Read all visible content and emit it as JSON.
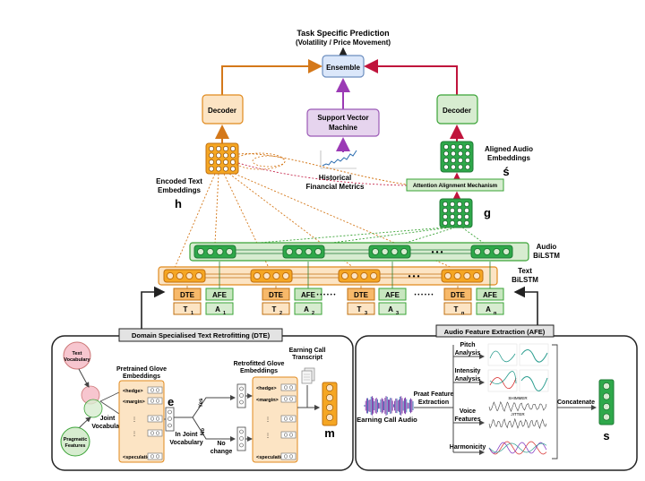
{
  "prediction": {
    "line1": "Task Specific Prediction",
    "line2": "(Volatility / Price Movement)"
  },
  "ensemble": "Ensemble",
  "decoder_left": "Decoder",
  "decoder_right": "Decoder",
  "svm": {
    "line1": "Support Vector",
    "line2": "Machine"
  },
  "hist": {
    "line1": "Historical",
    "line2": "Financial Metrics"
  },
  "encoded": {
    "line1": "Encoded Text",
    "line2": "Embeddings",
    "symbol": "h"
  },
  "aligned": {
    "line1": "Aligned Audio",
    "line2": "Embeddings",
    "symbol": "ś"
  },
  "attention": "Attention Alignment Mechanism",
  "g_symbol": "g",
  "audio_bilstm": {
    "line1": "Audio",
    "line2": "BiLSTM"
  },
  "text_bilstm": {
    "line1": "Text",
    "line2": "BiLSTM"
  },
  "dots": "• • •",
  "input_dots": "• • • • • •",
  "inputs": [
    {
      "top": "DTE",
      "bottom": "T",
      "sub": "1"
    },
    {
      "top": "AFE",
      "bottom": "A",
      "sub": "1"
    },
    {
      "top": "DTE",
      "bottom": "T",
      "sub": "2"
    },
    {
      "top": "AFE",
      "bottom": "A",
      "sub": "2"
    },
    {
      "top": "DTE",
      "bottom": "T",
      "sub": "3"
    },
    {
      "top": "AFE",
      "bottom": "A",
      "sub": "3"
    },
    {
      "top": "DTE",
      "bottom": "T",
      "sub": "n"
    },
    {
      "top": "AFE",
      "bottom": "A",
      "sub": "n"
    }
  ],
  "dte_panel": {
    "title": "Domain Specialised Text Retrofitting (DTE)",
    "text_vocab": {
      "line1": "Text",
      "line2": "Vocabulary"
    },
    "joint_vocab": {
      "line1": "Joint",
      "line2": "Vocabulary"
    },
    "pragmatic": {
      "line1": "Pragmatic",
      "line2": "Features"
    },
    "pretrained": {
      "line1": "Pretrained Glove",
      "line2": "Embeddings"
    },
    "retrofitted": {
      "line1": "Retrofitted Glove",
      "line2": "Embeddings"
    },
    "tokens": [
      "<hedge>",
      "<margin>",
      "<speculation>"
    ],
    "e_symbol": "e",
    "in_joint": {
      "line1": "In Joint",
      "line2": "Vocabulary"
    },
    "yes": "Yes",
    "no": "No",
    "no_change": {
      "line1": "No",
      "line2": "change"
    },
    "transcript": {
      "line1": "Earning Call",
      "line2": "Transcript"
    },
    "m_symbol": "m"
  },
  "afe_panel": {
    "title": "Audio Feature Extraction (AFE)",
    "audio": "Earning Call Audio",
    "praat": {
      "line1": "Praat Feature",
      "line2": "Extraction"
    },
    "pitch": {
      "line1": "Pitch",
      "line2": "Analysis"
    },
    "intensity": {
      "line1": "Intensity",
      "line2": "Analysis"
    },
    "voice": {
      "line1": "Voice",
      "line2": "Features"
    },
    "harmonicity": "Harmonicity",
    "concatenate": "Concatenate",
    "s_symbol": "s",
    "shimmer": "SHIMMER",
    "jitter": "JITTER"
  },
  "colors": {
    "orange_fill": "#fce4c4",
    "orange_stroke": "#e08a1e",
    "green_fill": "#d7ecd0",
    "green_stroke": "#3aa336",
    "blue_fill": "#dbe7fa",
    "purple_fill": "#e6d4ee",
    "red_arrow": "#c0143c",
    "purple_arrow": "#9b3ab5"
  }
}
